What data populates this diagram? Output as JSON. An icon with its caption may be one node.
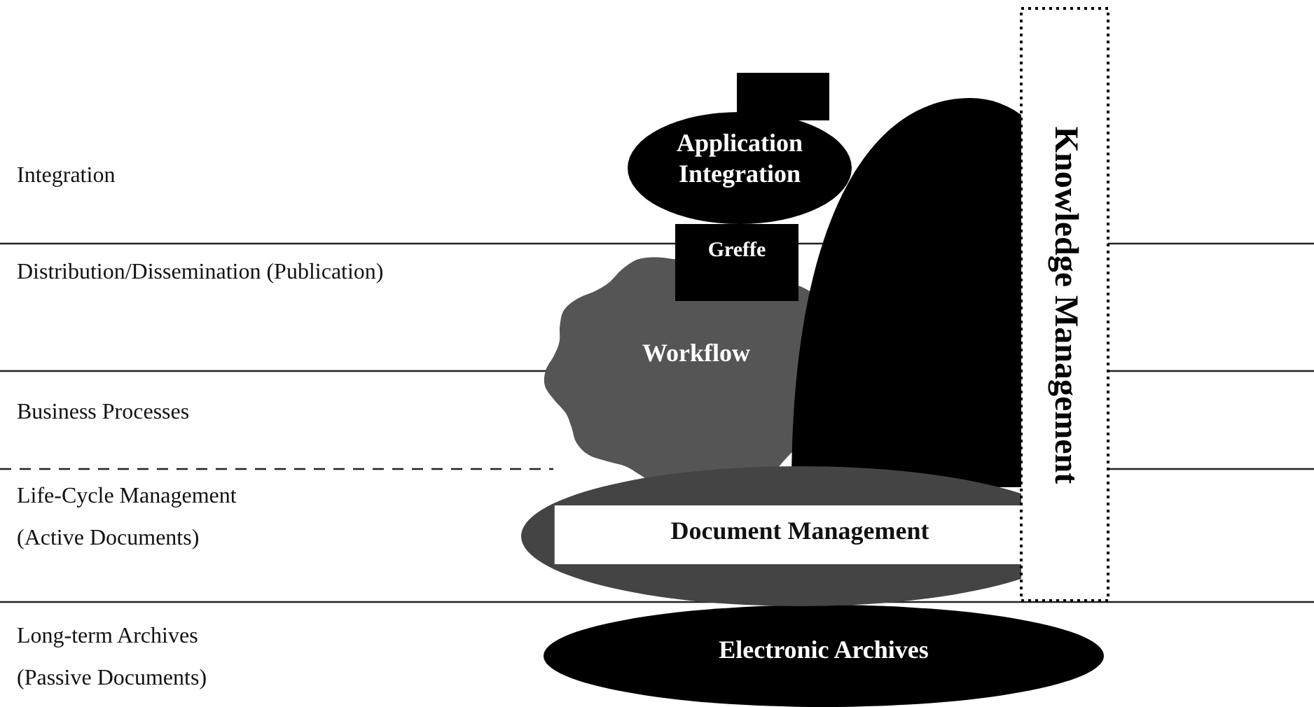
{
  "diagram": {
    "nodes": [
      {
        "text": [
          "Electronic Archives"
        ]
      },
      {
        "text": [
          "Document Management"
        ]
      },
      {
        "text": [
          "Workflow"
        ]
      },
      {
        "text": [],
        "shape": "ellipse"
      },
      {
        "text": [
          "Application Integration"
        ]
      },
      {
        "text": [],
        "shape": "box"
      },
      {
        "text": [
          "Greffe"
        ]
      },
      {
        "text": [
          "Knowledge Management"
        ]
      }
    ],
    "labels": [
      "Integration",
      "Distribution/Dissemination (Publication)",
      "Business Processes",
      "Life-Cycle Management (Active Documents)",
      "Long-term Archives (Passive Documents)"
    ]
  }
}
